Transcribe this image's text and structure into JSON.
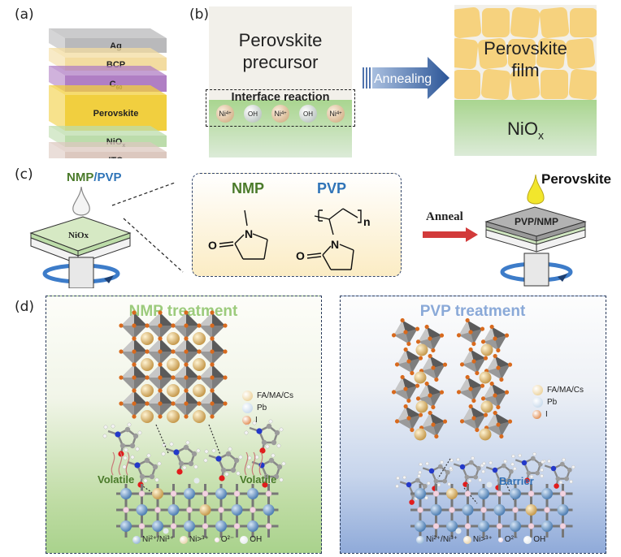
{
  "panel_labels": {
    "a": "(a)",
    "b": "(b)",
    "c": "(c)",
    "d": "(d)"
  },
  "panel_a": {
    "layers": [
      {
        "label": "Ag",
        "color": "#b9b9bb"
      },
      {
        "label": "BCP",
        "color": "#f3dca0"
      },
      {
        "label": "C",
        "sub": "60",
        "color": "#b07fc4"
      },
      {
        "label": "Perovskite",
        "color": "#f1cf3f"
      },
      {
        "label": "NiO",
        "sub": "x",
        "color": "#bcdcab"
      },
      {
        "label": "ITO",
        "color": "#dcc8bf"
      }
    ]
  },
  "panel_b": {
    "precursor_line1": "Perovskite",
    "precursor_line2": "precursor",
    "interface_label": "Interface reaction",
    "spheres": [
      {
        "label": "Ni",
        "sup": "4+",
        "type": "ni"
      },
      {
        "label": "OH",
        "type": "oh"
      },
      {
        "label": "Ni",
        "sup": "4+",
        "type": "ni"
      },
      {
        "label": "OH",
        "type": "oh"
      },
      {
        "label": "Ni",
        "sup": "4+",
        "type": "ni"
      }
    ],
    "arrow_label": "Annealing",
    "film_line1": "Perovskite",
    "film_line2": "film",
    "substrate_label": "NiO",
    "substrate_sub": "x"
  },
  "panel_c": {
    "drop_label_nmp": "NMP",
    "drop_label_sep": "/",
    "drop_label_pvp": "PVP",
    "substrate_label": "NiOx",
    "molecules": {
      "nmp": "NMP",
      "pvp": "PVP",
      "atom_o": "O",
      "atom_n": "N",
      "repeat": "n"
    },
    "anneal_label": "Anneal",
    "perovskite_label": "Perovskite",
    "treated_label": "PVP/NMP",
    "colors": {
      "nmp": "#4a7a2a",
      "pvp": "#2f74b8",
      "arrow": "#d23a3a"
    }
  },
  "panel_d": {
    "left": {
      "title": "NMP treatment",
      "title_color": "#9ccb7c",
      "volatile_left": "Volatile",
      "volatile_right": "Volatile"
    },
    "right": {
      "title": "PVP treatment",
      "title_color": "#8aa9d8",
      "barrier_label": "Barrier"
    },
    "crystal_legend": [
      {
        "label": "FA/MA/Cs",
        "color": "#e6c47c"
      },
      {
        "label": "Pb",
        "color": "#b8cfe6"
      },
      {
        "label": "I",
        "color": "#d86a1e"
      }
    ],
    "lattice_legend": [
      {
        "label": "Ni²⁺/Ni³⁺",
        "color": "#6f9bc8"
      },
      {
        "label": "Ni>³⁺",
        "color": "#e1c58f"
      },
      {
        "label": "O²⁻",
        "color": "#f2d2e0"
      },
      {
        "label": "OH",
        "color": "#dfe6ea"
      }
    ]
  }
}
